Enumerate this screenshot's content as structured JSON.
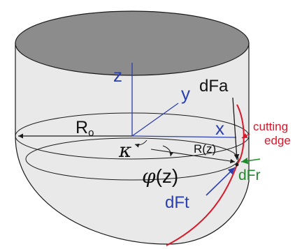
{
  "diagram": {
    "labels": {
      "z_axis": "z",
      "y_axis": "y",
      "x_axis": "x",
      "radius": "R",
      "radius_sub": "o",
      "kappa": "κ",
      "r_of_z": "R(z)",
      "phi": "φ",
      "phi_arg": "(z)",
      "dFa": "dFa",
      "cutting": "cutting",
      "edge": "edge",
      "dFr": "dFr",
      "dFt": "dFt"
    },
    "colors": {
      "body_fill": "#e9e9e9",
      "top_fill": "#8c8c8c",
      "outline": "#1a1a1a",
      "axes": "#2b3fae",
      "cutting_edge": "#d7192b",
      "dFr_arrow": "#1f8a2c",
      "dFt_arrow": "#2b3fae",
      "text": "#111111"
    }
  }
}
